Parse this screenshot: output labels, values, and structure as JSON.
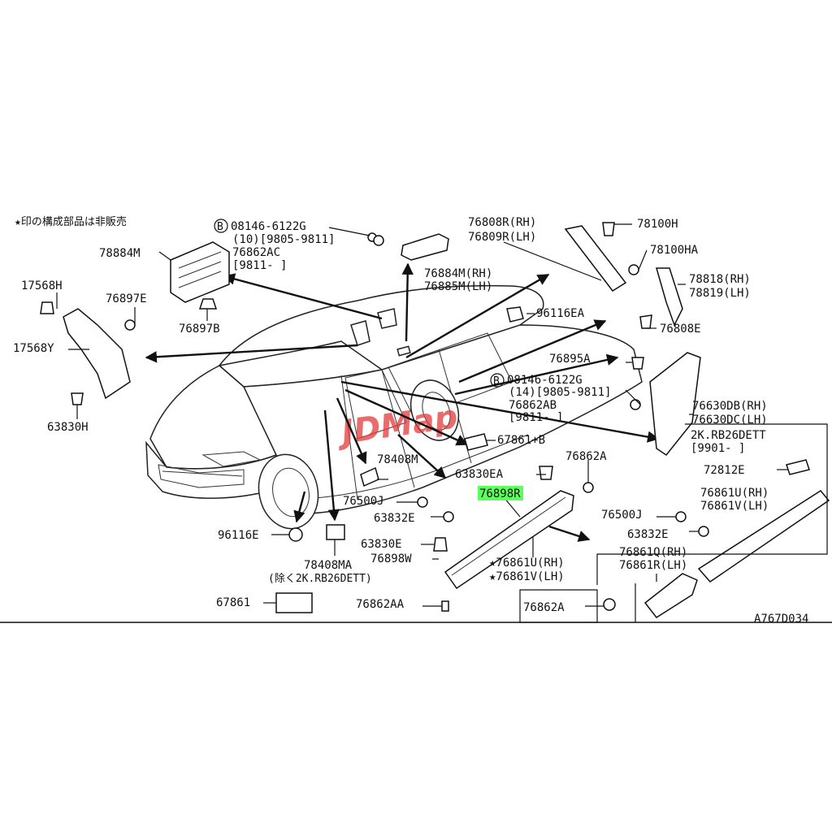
{
  "note": "★印の構成部品は非販売",
  "watermark": "JDMap",
  "diagram_code": "A767D034",
  "highlight_part": "76898",
  "labels": {
    "p08146_top": "08146-6122G",
    "p08146_top_qty": "(10)[9805-9811]",
    "p76862AC": "76862AC",
    "p76862AC_date": "[9811-    ]",
    "p78884M": "78884M",
    "p76884M": "76884M(RH)",
    "p76885M": "76885M(LH)",
    "p17568H": "17568H",
    "p76897E": "76897E",
    "p17568Y": "17568Y",
    "p76897B": "76897B",
    "p63830H": "63830H",
    "p76808R": "76808R(RH)",
    "p76809R": "76809R(LH)",
    "p78100H": "78100H",
    "p78100HA": "78100HA",
    "p78818R": "78818(RH)",
    "p78819L": "78819(LH)",
    "p96116EA": "96116EA",
    "p76808E": "76808E",
    "p76895A": "76895A",
    "p08146_mid": "08146-6122G",
    "p08146_mid_qty": "(14)[9805-9811]",
    "p76862AB": "76862AB",
    "p76862AB_date": "[9811-    ]",
    "p76630DB": "76630DB(RH)",
    "p76630DC": "76630DC(LH)",
    "p2K_top": "2K.RB26DETT",
    "p2K_top_date": "[9901-    ]",
    "p67861B": "67861+B",
    "p78408M": "78408M",
    "p63830EA": "63830EA",
    "p76862A_top": "76862A",
    "p72812E": "72812E",
    "p76861U_box": "76861U(RH)",
    "p76861V_box": "76861V(LH)",
    "p76500J_left": "76500J",
    "p76898_suffix": "R",
    "p63832E_left": "63832E",
    "p76500J_right": "76500J",
    "p63832E_right": "63832E",
    "p96116E": "96116E",
    "p63830E": "63830E",
    "p76898W": "76898W",
    "p78408MA": "78408MA",
    "p78408MA_note": "(除く2K.RB26DETT)",
    "p76861U_star": "★76861U(RH)",
    "p76861V_star": "★76861V(LH)",
    "p76861Q": "76861Q(RH)",
    "p76861R": "76861R(LH)",
    "p67861": "67861",
    "p76862AA": "76862AA",
    "p76862A_bottom": "76862A",
    "circle_b": "B"
  }
}
